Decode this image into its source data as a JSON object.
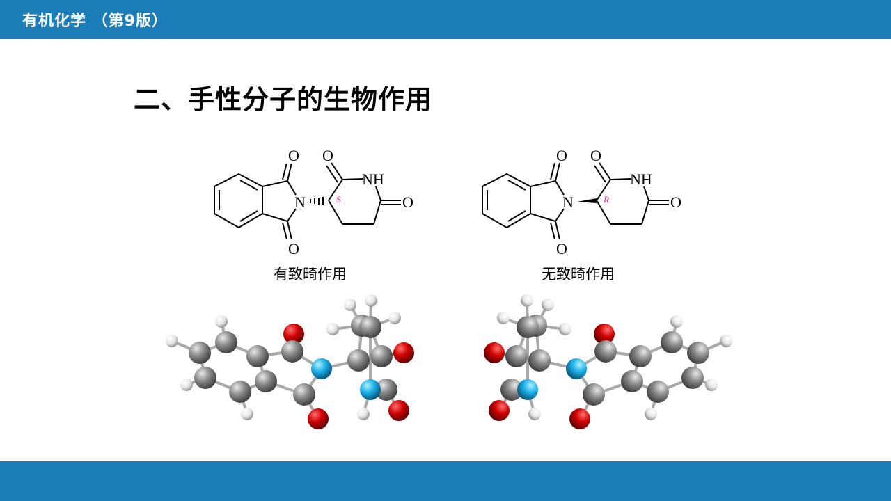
{
  "header": {
    "title": "有机化学 （第9版）"
  },
  "slide": {
    "title": "二、手性分子的生物作用",
    "left": {
      "caption": "有致畸作用",
      "config_label": "S",
      "atoms": {
        "o": "O",
        "n": "N",
        "nh": "NH"
      }
    },
    "right": {
      "caption": "无致畸作用",
      "config_label": "R",
      "atoms": {
        "o": "O",
        "n": "N",
        "nh": "NH"
      }
    }
  },
  "colors": {
    "bar": "#1a7db8",
    "carbon": "#8a8a8a",
    "oxygen": "#d00000",
    "nitrogen": "#1ab0e8",
    "hydrogen": "#f0f0f0",
    "chiral_label": "#e0218a"
  }
}
